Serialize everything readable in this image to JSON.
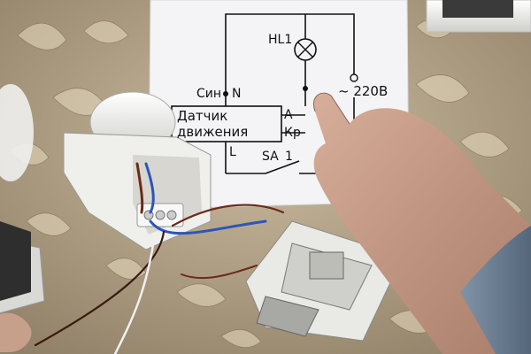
{
  "schematic": {
    "lamp_label": "HL1",
    "neutral_color_label": "Син",
    "neutral_terminal": "N",
    "sensor_label_line1": "Датчик",
    "sensor_label_line2": "движения",
    "terminal_a": "A",
    "terminal_kr": "Кр",
    "terminal_l": "L",
    "switch_label": "SA",
    "switch_number": "1",
    "supply_label": "~ 220В"
  },
  "colors": {
    "tablecloth": "#b9a98c",
    "paper": "#f4f4f6",
    "ink": "#111111",
    "device_white": "#f2f2f0",
    "skin": "#c49b87",
    "wire_brown": "#6b2a16",
    "wire_blue": "#2b56b8",
    "sleeve": "#6f8196"
  }
}
